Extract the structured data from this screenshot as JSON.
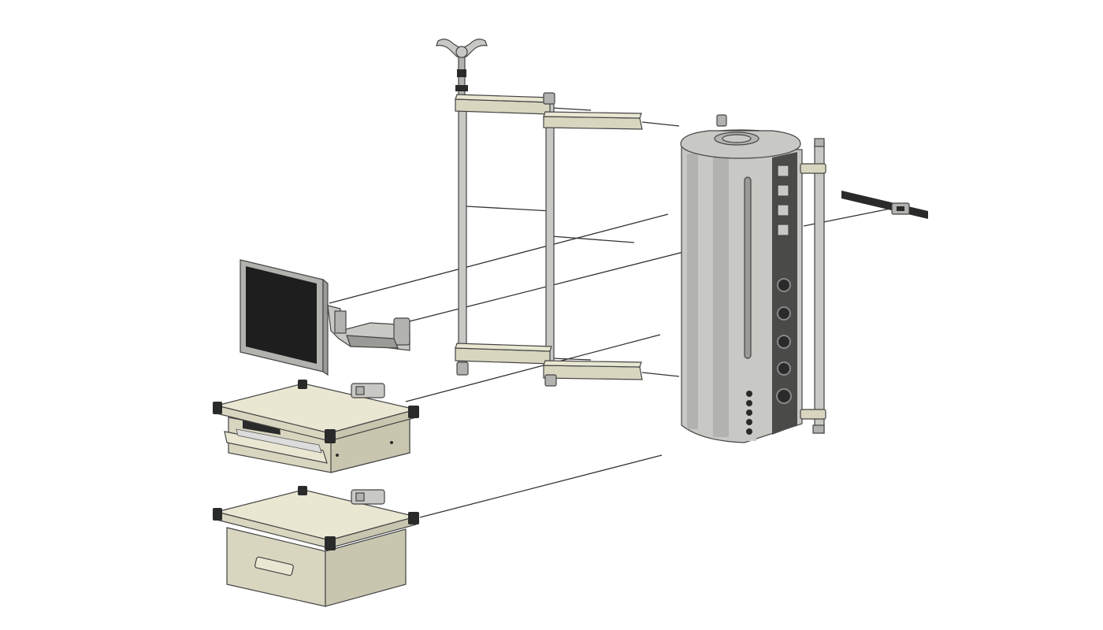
{
  "diagram": {
    "kind": "exploded-assembly",
    "components": [
      {
        "name": "iv-pole-hook",
        "icon": "iv-hook-icon"
      },
      {
        "name": "rail-frame",
        "icon": "frame-icon"
      },
      {
        "name": "supply-column",
        "icon": "column-icon"
      },
      {
        "name": "side-rail-bracket",
        "icon": "bracket-icon"
      },
      {
        "name": "monitor-with-arm",
        "icon": "monitor-icon"
      },
      {
        "name": "shelf-with-keyboard-tray",
        "icon": "keyboard-shelf-icon"
      },
      {
        "name": "shelf-with-drawer",
        "icon": "drawer-shelf-icon"
      }
    ]
  },
  "colors": {
    "cream": "#e9e6d2",
    "metal": "#c8c8c4",
    "panel": "#4a4a48",
    "screen": "#1e1e1e",
    "line": "#333333"
  }
}
